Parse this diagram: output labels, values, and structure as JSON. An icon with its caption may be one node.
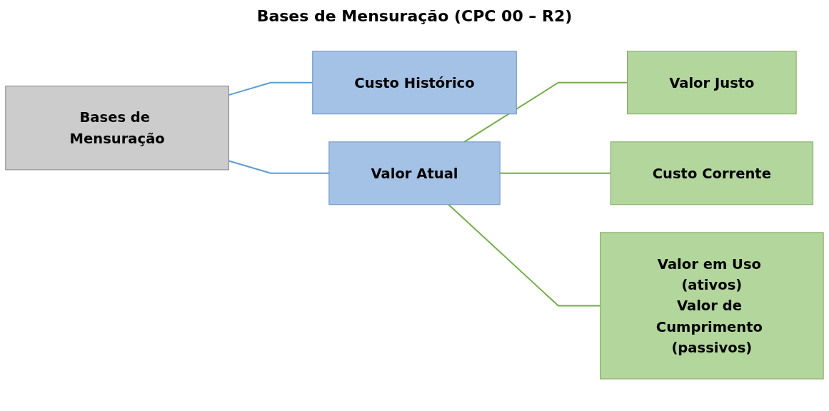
{
  "diagram": {
    "title": "Bases de Mensuração (CPC 00 – R2)",
    "nodes": [
      {
        "text": [
          "Bases de Mensuração"
        ]
      },
      {
        "text": [
          "Custo Histórico"
        ]
      },
      {
        "text": [
          "Valor Atual"
        ]
      },
      {
        "text": [
          "Valor Justo"
        ]
      },
      {
        "text": [
          "Custo Corrente"
        ]
      },
      {
        "text": [
          "Valor em Uso (ativos)",
          "Valor de Cumprimento (passivos)"
        ]
      }
    ],
    "edges": [
      {
        "from": 0,
        "to": 1,
        "arrow": "none",
        "color": "#5b9bd5"
      },
      {
        "from": 0,
        "to": 2,
        "arrow": "none",
        "color": "#5b9bd5"
      },
      {
        "from": 2,
        "to": 3,
        "arrow": "none",
        "color": "#70ad47"
      },
      {
        "from": 2,
        "to": 4,
        "arrow": "none",
        "color": "#70ad47"
      },
      {
        "from": 2,
        "to": 5,
        "arrow": "none",
        "color": "#70ad47"
      }
    ]
  }
}
